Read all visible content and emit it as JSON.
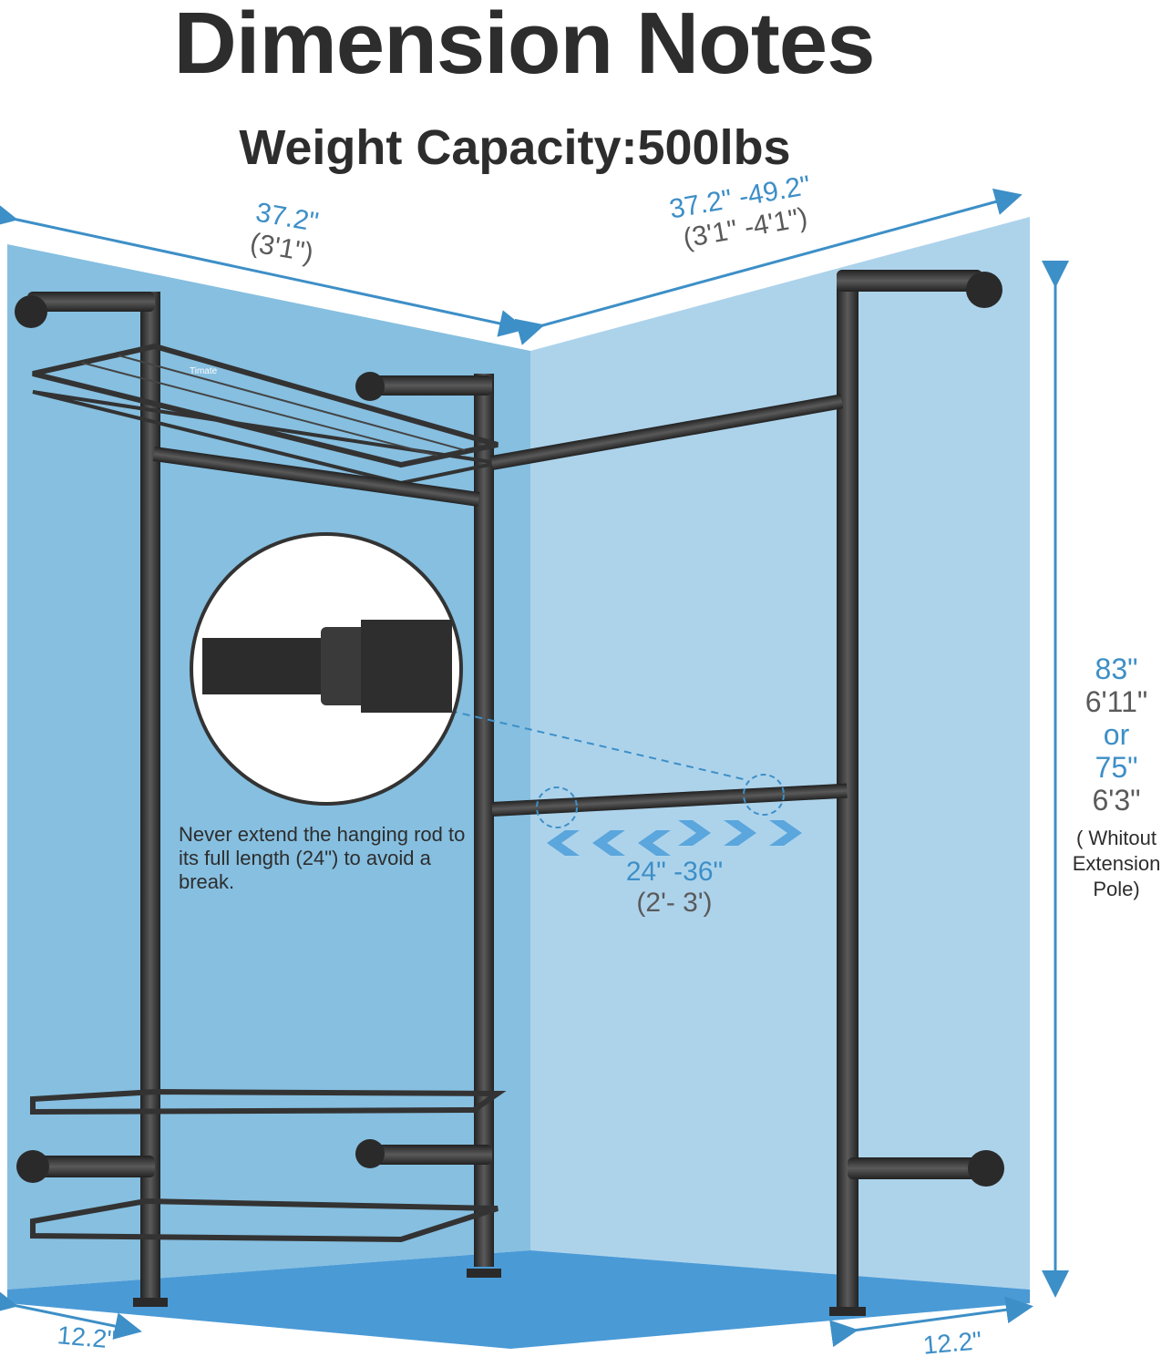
{
  "title": "Dimension Notes",
  "capacity": "Weight Capacity:500lbs",
  "width_left": {
    "inches": "37.2\"",
    "feet": "(3'1\")"
  },
  "width_right": {
    "inches": "37.2\" -49.2\"",
    "feet": "(3'1\" -4'1\")"
  },
  "height": {
    "value1": "83\"",
    "value1_feet": "6'11\"",
    "or": "or",
    "value2": "75\"",
    "value2_feet": "6'3\"",
    "note": "( Whitout Extension Pole)"
  },
  "rod_range": {
    "inches": "24\" -36\"",
    "feet": "(2'- 3')"
  },
  "rod_note": "Never extend the hanging rod to its full length (24\") to avoid a break.",
  "depth_left": "12.2\"",
  "depth_right": "12.2\"",
  "brand_tag": "Timate",
  "colors": {
    "accent_blue": "#3d8fc7",
    "wall_left": "#86bfe0",
    "wall_right": "#add3eb",
    "floor": "#4a9ad6",
    "pipe": "#3a3a3a",
    "text_dark": "#2d2d2d"
  }
}
